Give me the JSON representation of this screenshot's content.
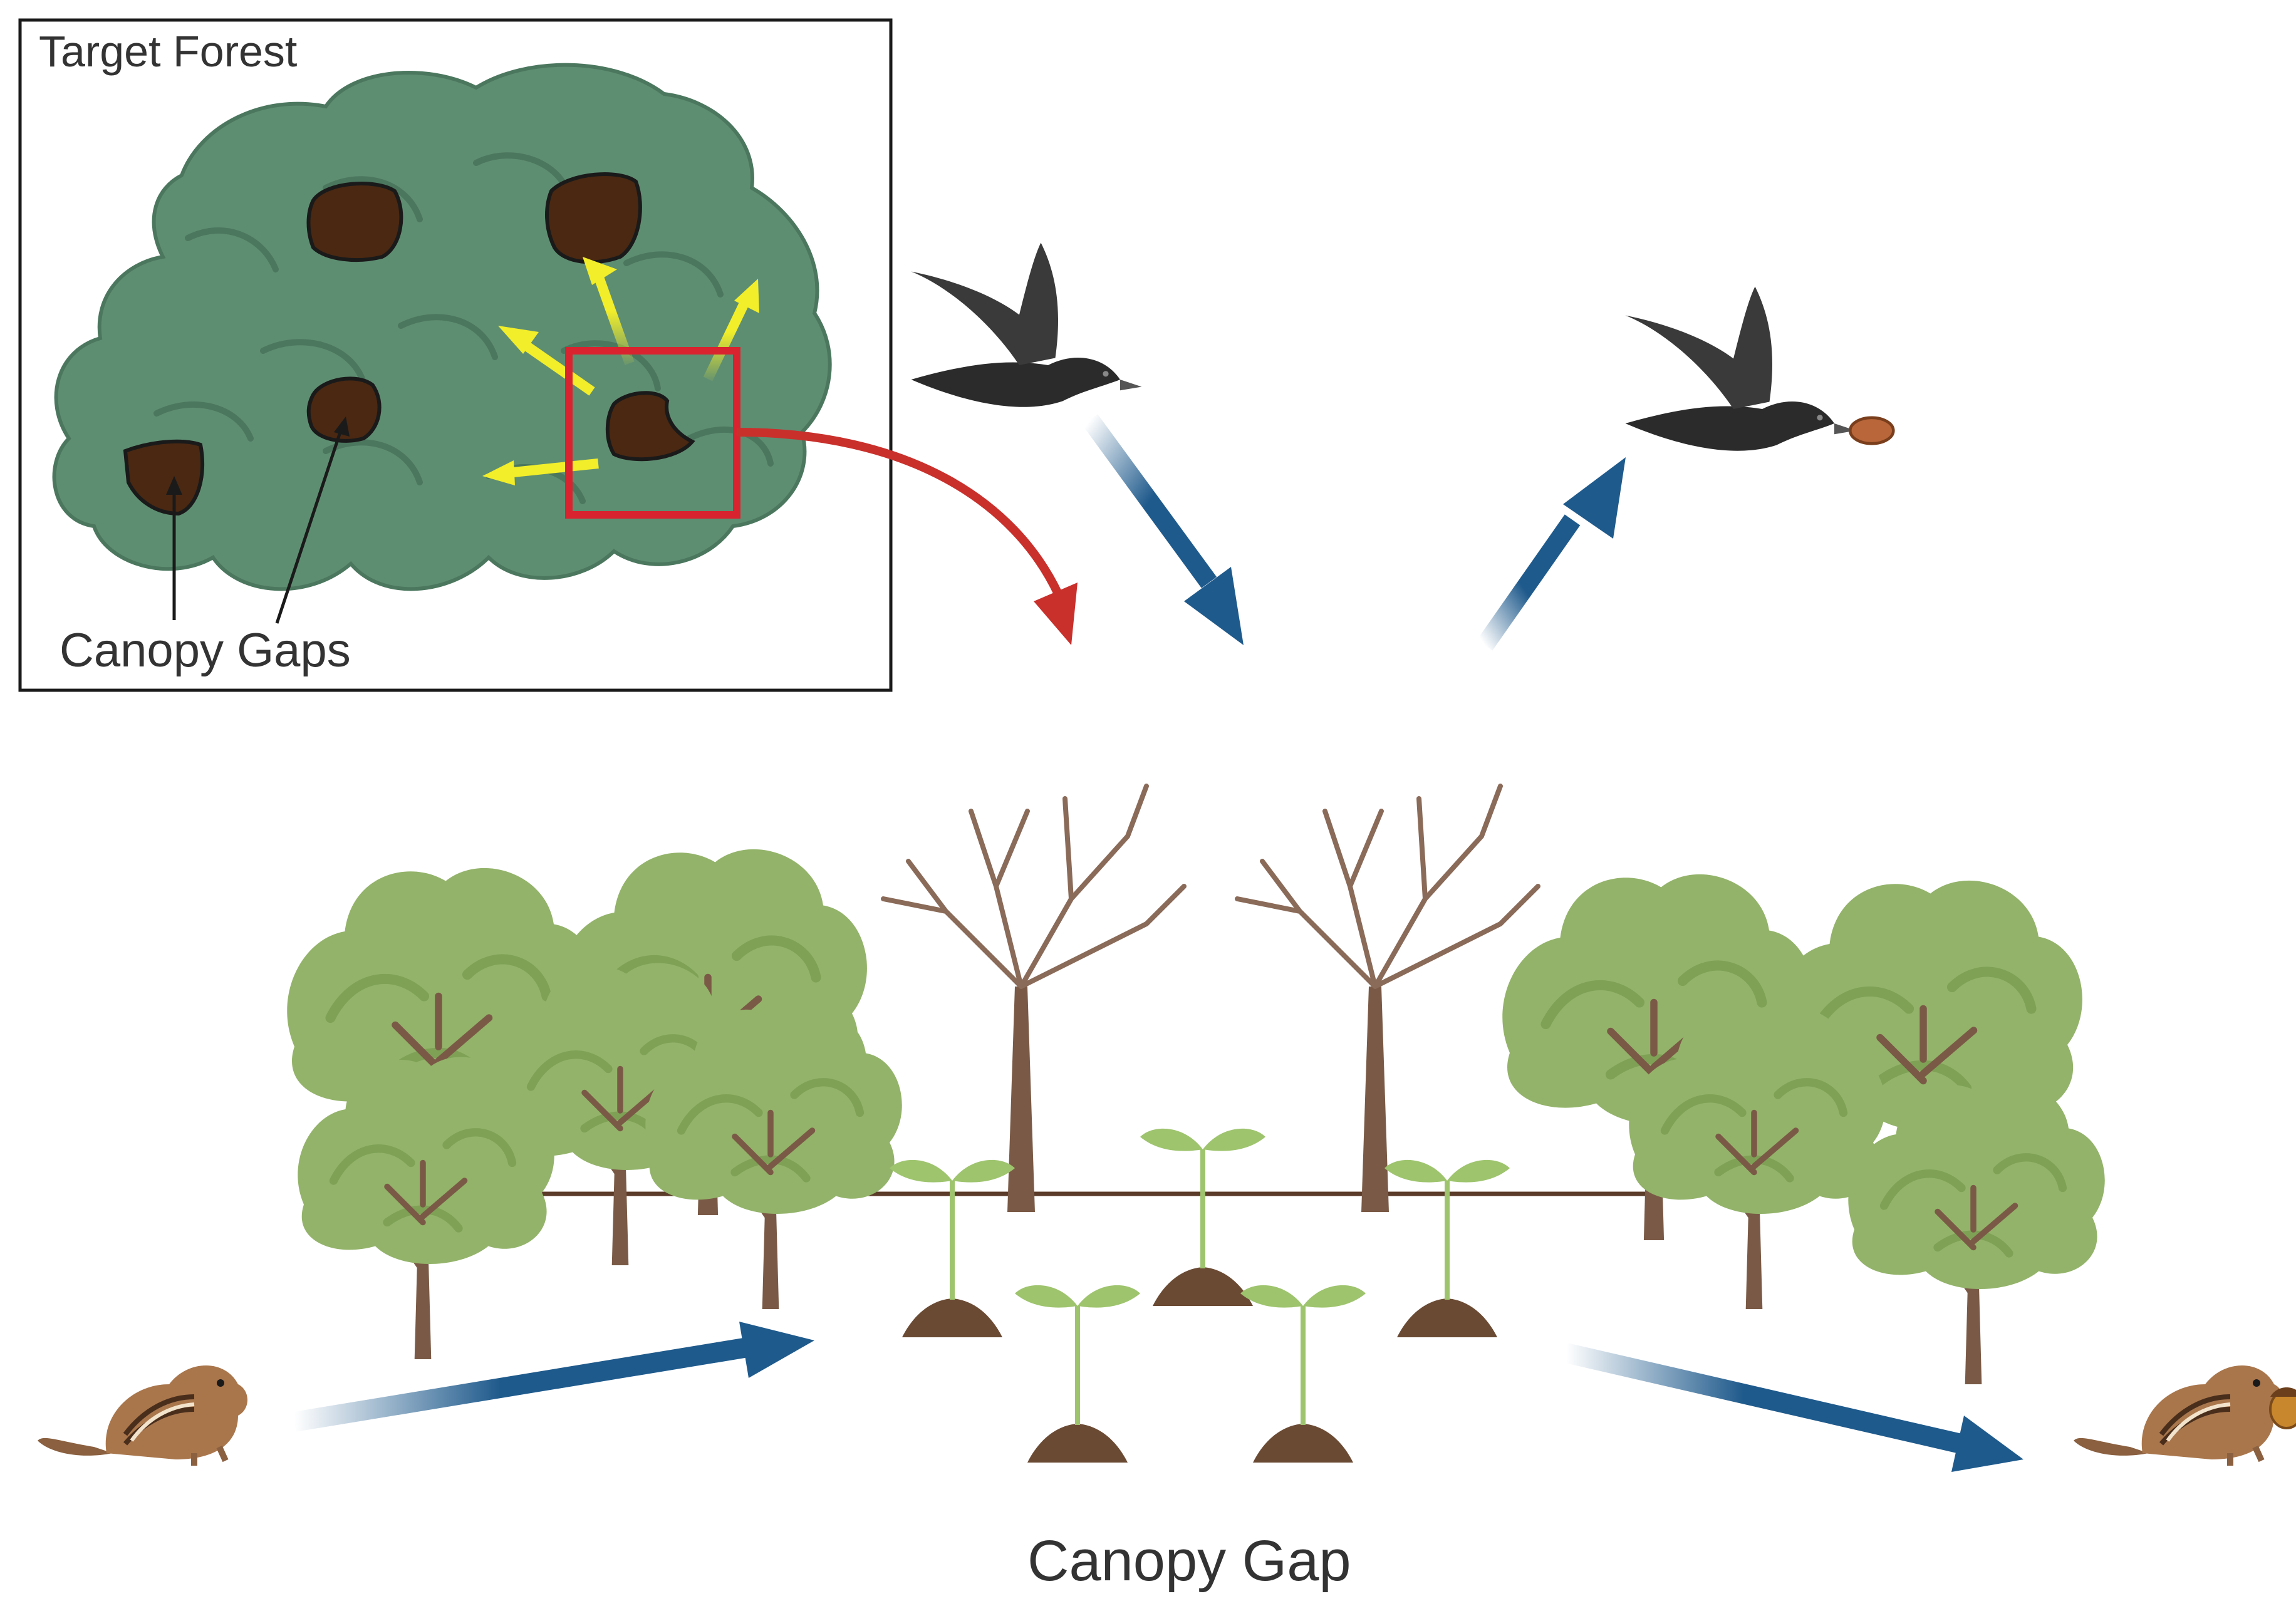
{
  "inset": {
    "title": "Target Forest",
    "caption": "Canopy Gaps"
  },
  "main": {
    "caption": "Canopy Gap"
  },
  "colors": {
    "inset_canopy": "#5e8e72",
    "inset_canopy_dark": "#4b775e",
    "gap_fill": "#4a2812",
    "highlight_box": "#d9232e",
    "spread_arrows": "#f2ee2a",
    "red_arrow": "#c9302c",
    "flow_arrow": "#1f5a8c",
    "tree_leaf": "#93b36a",
    "tree_leaf_dark": "#7ea156",
    "trunk": "#7a5a46",
    "dead_branch": "#8a6a58",
    "seedling": "#9ec46e",
    "soil": "#6b4a34",
    "ground_line": "#5b3b2a",
    "bird": "#2b2b2b",
    "chipmunk": "#a9764c"
  },
  "icons": [
    "crow-icon",
    "crow-with-acorn-icon",
    "chipmunk-icon",
    "chipmunk-with-acorn-icon",
    "tree-icon",
    "dead-tree-icon",
    "seedling-icon"
  ]
}
